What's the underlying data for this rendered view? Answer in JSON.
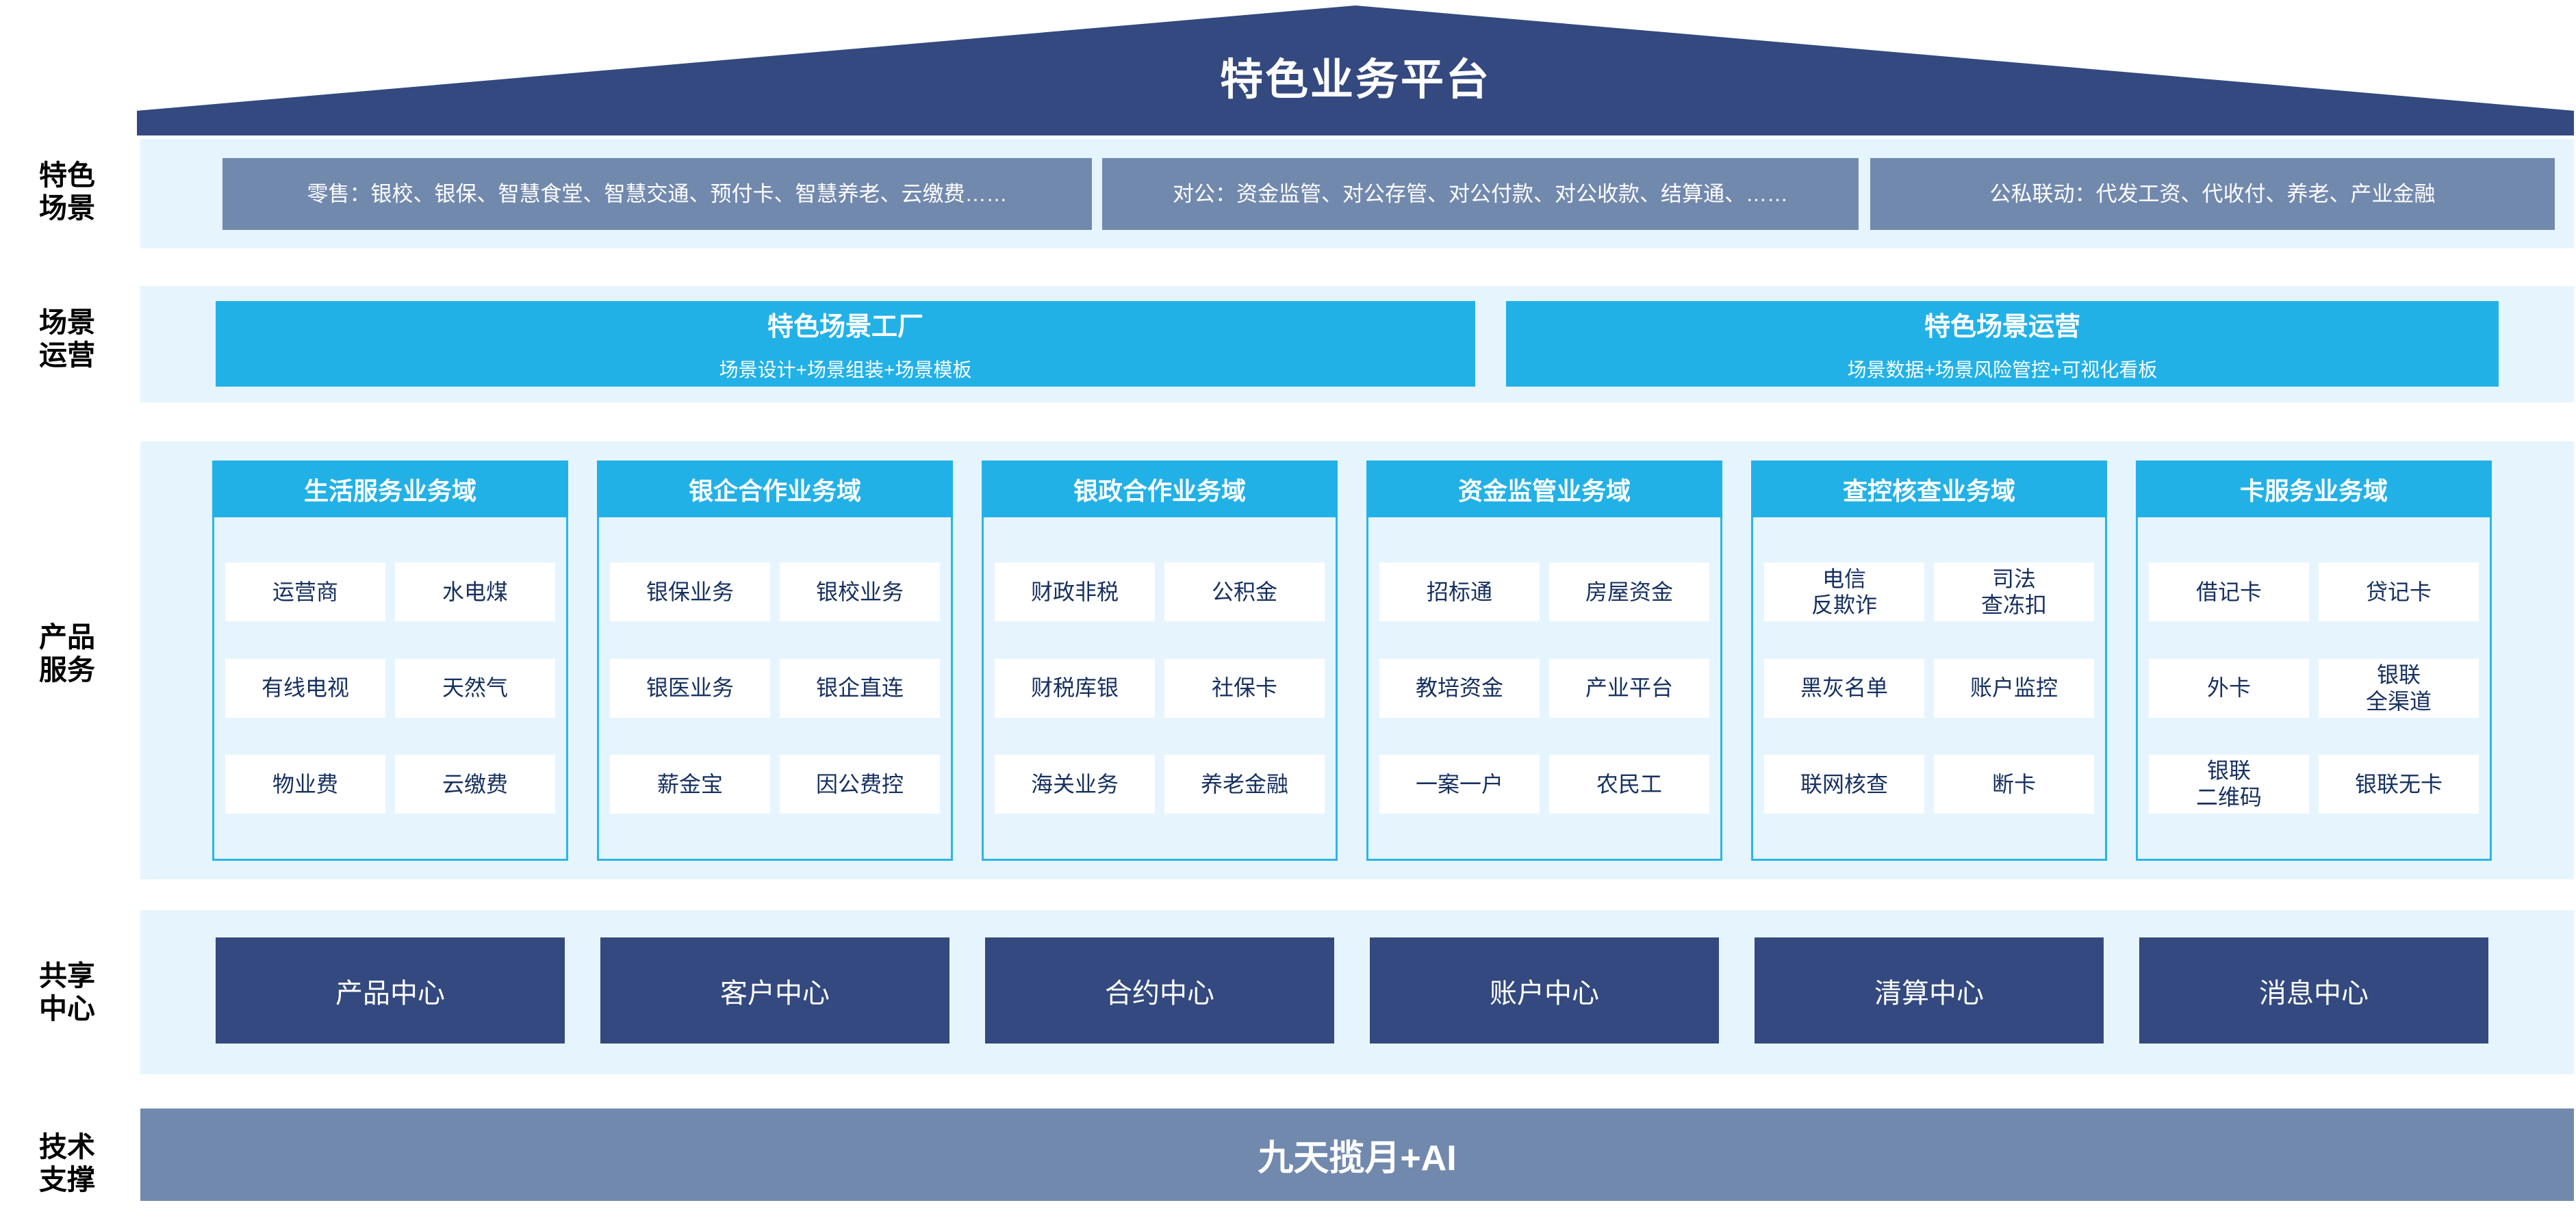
{
  "header": {
    "title": "特色业务平台"
  },
  "rows": {
    "scenario": {
      "label_line1": "特色",
      "label_line2": "场景",
      "boxes": [
        {
          "text": "零售：银校、银保、智慧食堂、智慧交通、预付卡、智慧养老、云缴费……"
        },
        {
          "text": "对公：资金监管、对公存管、对公付款、对公收款、结算通、……"
        },
        {
          "text": "公私联动：代发工资、代收付、养老、产业金融"
        }
      ]
    },
    "operation": {
      "label_line1": "场景",
      "label_line2": "运营",
      "boxes": [
        {
          "title": "特色场景工厂",
          "subtitle": "场景设计+场景组装+场景模板"
        },
        {
          "title": "特色场景运营",
          "subtitle": "场景数据+场景风险管控+可视化看板"
        }
      ]
    },
    "product": {
      "label_line1": "产品",
      "label_line2": "服务",
      "domains": [
        {
          "title": "生活服务业务域",
          "items": [
            [
              "运营商",
              "水电煤"
            ],
            [
              "有线电视",
              "天然气"
            ],
            [
              "物业费",
              "云缴费"
            ]
          ]
        },
        {
          "title": "银企合作业务域",
          "items": [
            [
              "银保业务",
              "银校业务"
            ],
            [
              "银医业务",
              "银企直连"
            ],
            [
              "薪金宝",
              "因公费控"
            ]
          ]
        },
        {
          "title": "银政合作业务域",
          "items": [
            [
              "财政非税",
              "公积金"
            ],
            [
              "财税库银",
              "社保卡"
            ],
            [
              "海关业务",
              "养老金融"
            ]
          ]
        },
        {
          "title": "资金监管业务域",
          "items": [
            [
              "招标通",
              "房屋资金"
            ],
            [
              "教培资金",
              "产业平台"
            ],
            [
              "一案一户",
              "农民工"
            ]
          ]
        },
        {
          "title": "查控核查业务域",
          "items": [
            [
              "电信\n反欺诈",
              "司法\n查冻扣"
            ],
            [
              "黑灰名单",
              "账户监控"
            ],
            [
              "联网核查",
              "断卡"
            ]
          ]
        },
        {
          "title": "卡服务业务域",
          "items": [
            [
              "借记卡",
              "贷记卡"
            ],
            [
              "外卡",
              "银联\n全渠道"
            ],
            [
              "银联\n二维码",
              "银联无卡"
            ]
          ]
        }
      ]
    },
    "shared_center": {
      "label_line1": "共享",
      "label_line2": "中心",
      "boxes": [
        "产品中心",
        "客户中心",
        "合约中心",
        "账户中心",
        "清算中心",
        "消息中心"
      ]
    },
    "tech_support": {
      "label_line1": "技术",
      "label_line2": "支撑",
      "bar_text": "九天揽月+AI"
    }
  },
  "colors": {
    "roof_navy": "#33497f",
    "panel_light": "#e6f5fd",
    "scenario_slate": "#7289ae",
    "cyan": "#22b1e6",
    "cyan_border": "#29b6e8",
    "cell_text_navy": "#16305f"
  }
}
